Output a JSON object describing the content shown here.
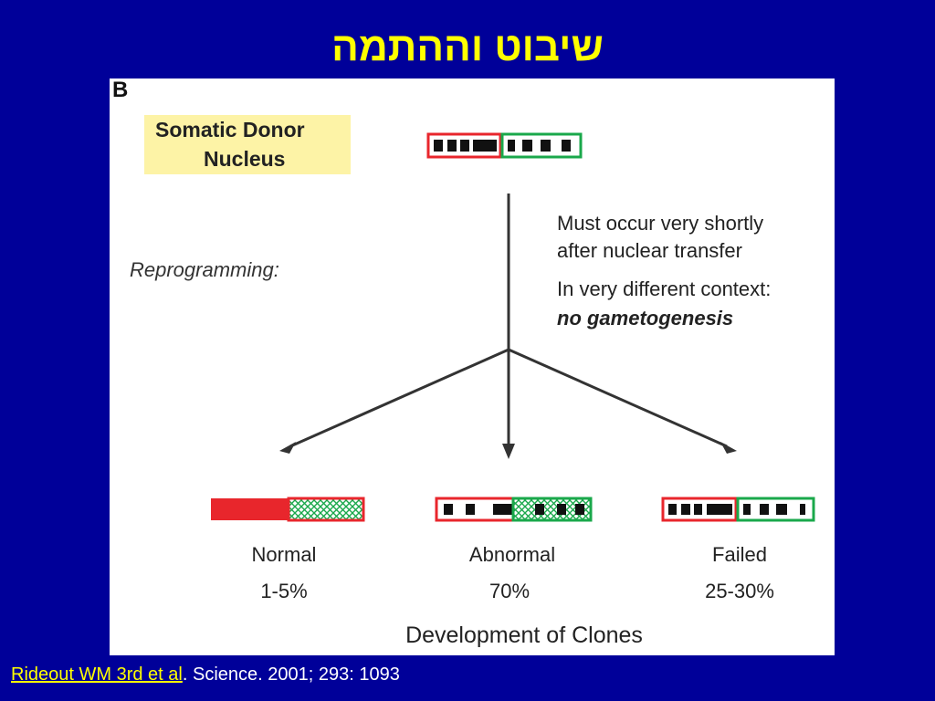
{
  "slide": {
    "title": "שיבוט וההתמה"
  },
  "figure": {
    "panel_label": "B",
    "donor_box": {
      "line1": "Somatic Donor",
      "line2": "Nucleus"
    },
    "reprogramming_label": "Reprogramming:",
    "notes": {
      "line1": "Must occur very shortly",
      "line2": "after nuclear transfer",
      "line3": "In very different context:",
      "line4": "no gametogenesis"
    },
    "outcomes": [
      {
        "label": "Normal",
        "percent": "1-5%"
      },
      {
        "label": "Abnormal",
        "percent": "70%"
      },
      {
        "label": "Failed",
        "percent": "25-30%"
      }
    ],
    "caption": "Development of Clones",
    "colors": {
      "red": "#e8262c",
      "green": "#1aa84b",
      "donor_box": "#fdf3a6",
      "black": "#111111"
    }
  },
  "citation": {
    "link_text": "Rideout WM 3rd et al",
    "rest": ". Science. 2001; 293: 1093"
  }
}
